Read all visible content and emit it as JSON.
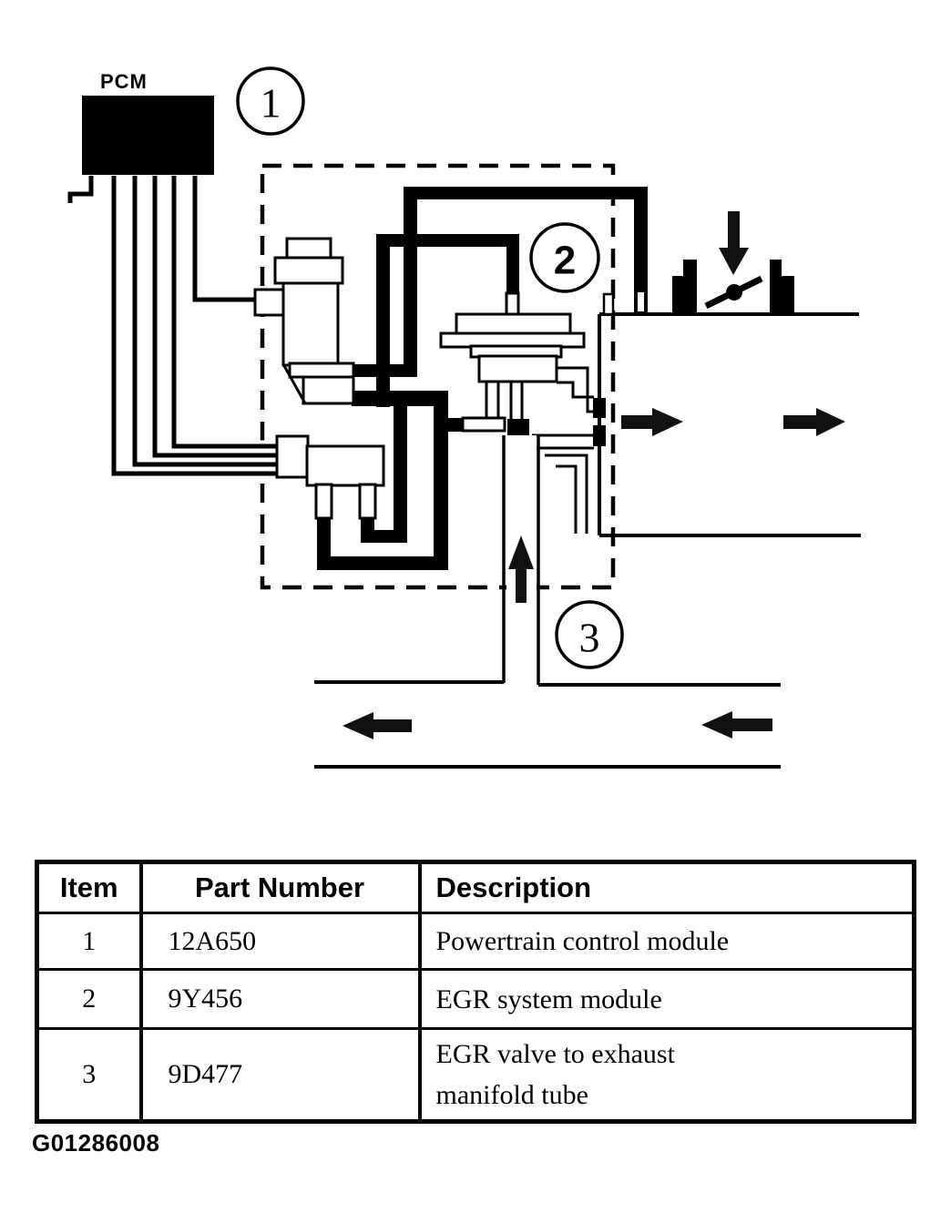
{
  "diagram": {
    "pcm_label": "PCM",
    "callouts": {
      "one": "1",
      "two": "2",
      "three": "3"
    }
  },
  "table": {
    "headers": {
      "item": "Item",
      "part_number": "Part Number",
      "description": "Description"
    },
    "rows": [
      {
        "item": "1",
        "part_number": "12A650",
        "desc_lines": [
          "Powertrain control module"
        ]
      },
      {
        "item": "2",
        "part_number": "9Y456",
        "desc_lines": [
          "EGR system module"
        ]
      },
      {
        "item": "3",
        "part_number": "9D477",
        "desc_lines": [
          "EGR valve to exhaust",
          "manifold tube"
        ]
      }
    ]
  },
  "footer": {
    "figure_id": "G01286008"
  },
  "colors": {
    "ink": "#000000",
    "background": "#ffffff"
  }
}
